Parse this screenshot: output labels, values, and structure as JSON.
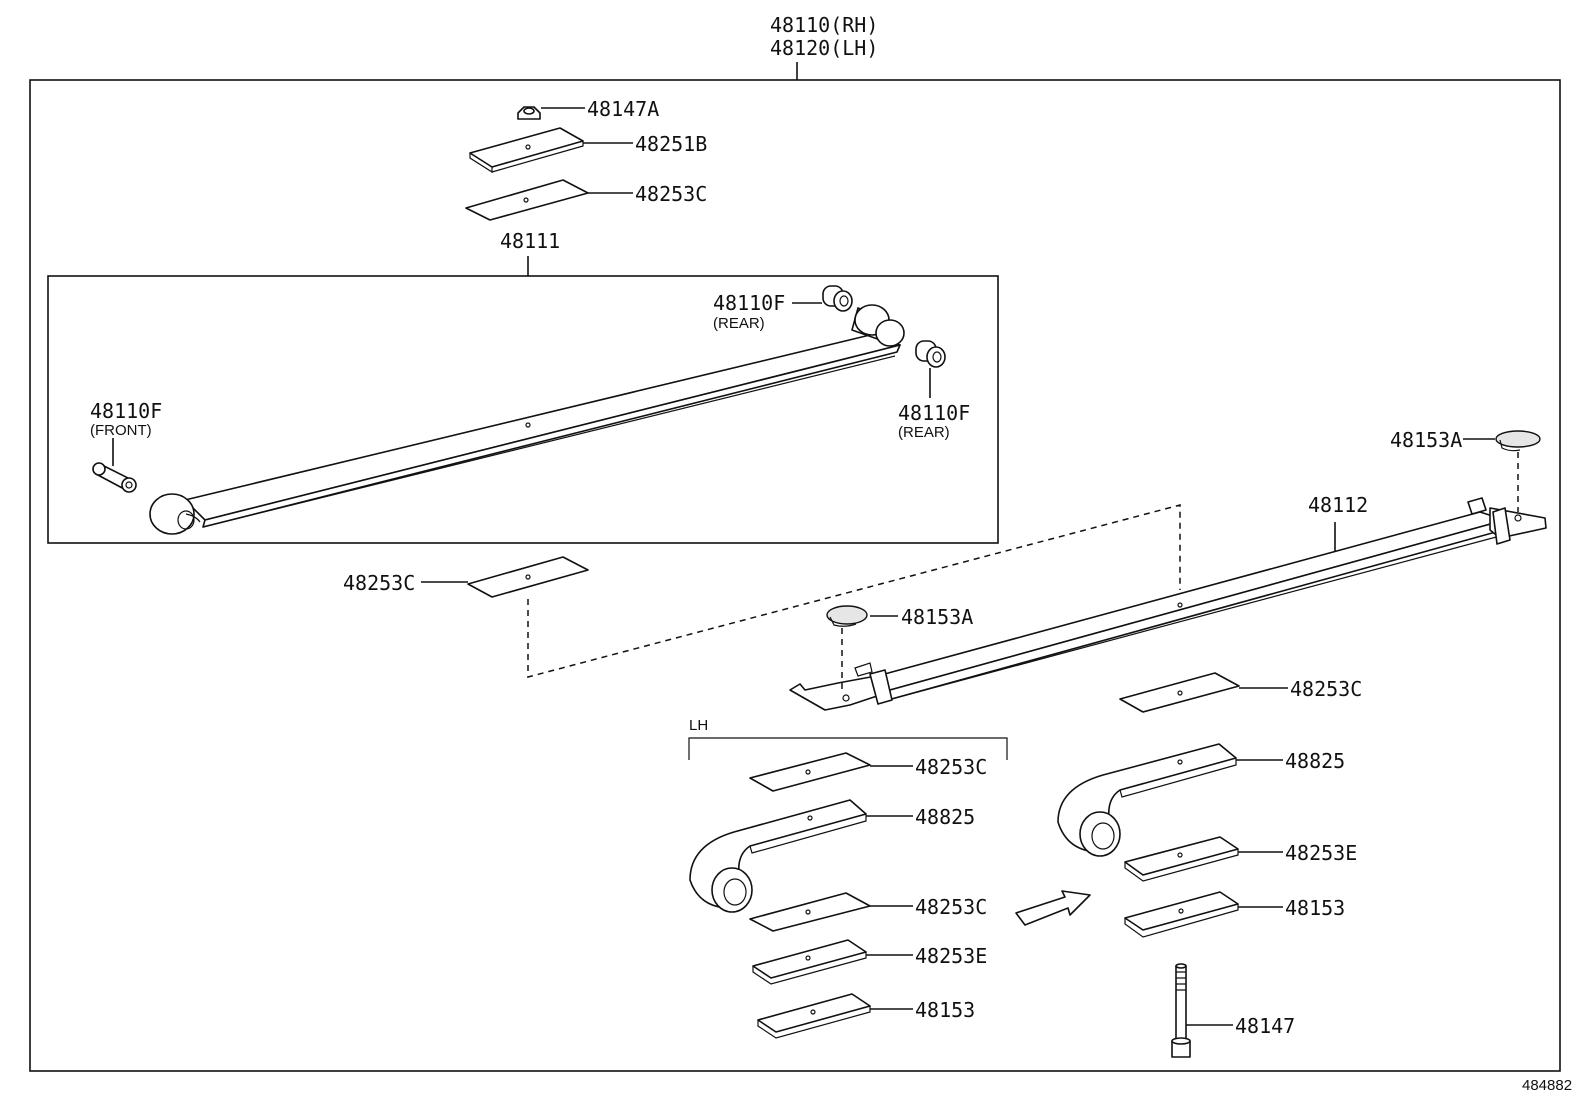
{
  "assembly": {
    "rh": "48110(RH)",
    "lh": "48120(LH)"
  },
  "labels": {
    "nut_top": "48147A",
    "plate_top": "48251B",
    "pad_top": "48253C",
    "leaf_assy": "48111",
    "bushing_rear_upper": "48110F",
    "bushing_rear_upper_note": "(REAR)",
    "bushing_rear_lower": "48110F",
    "bushing_rear_lower_note": "(REAR)",
    "bushing_front": "48110F",
    "bushing_front_note": "(FRONT)",
    "pad_mid": "48253C",
    "cap_right": "48153A",
    "leaf_second": "48112",
    "cap_mid": "48153A",
    "pad_right": "48253C",
    "lh_group": "LH",
    "lh_pad_top": "48253C",
    "lh_bracket": "48825",
    "lh_pad_mid": "48253C",
    "lh_pad_e": "48253E",
    "lh_plate": "48153",
    "rh_bracket": "48825",
    "rh_pad_e": "48253E",
    "rh_plate": "48153",
    "bolt": "48147"
  },
  "figure_id": "484882"
}
